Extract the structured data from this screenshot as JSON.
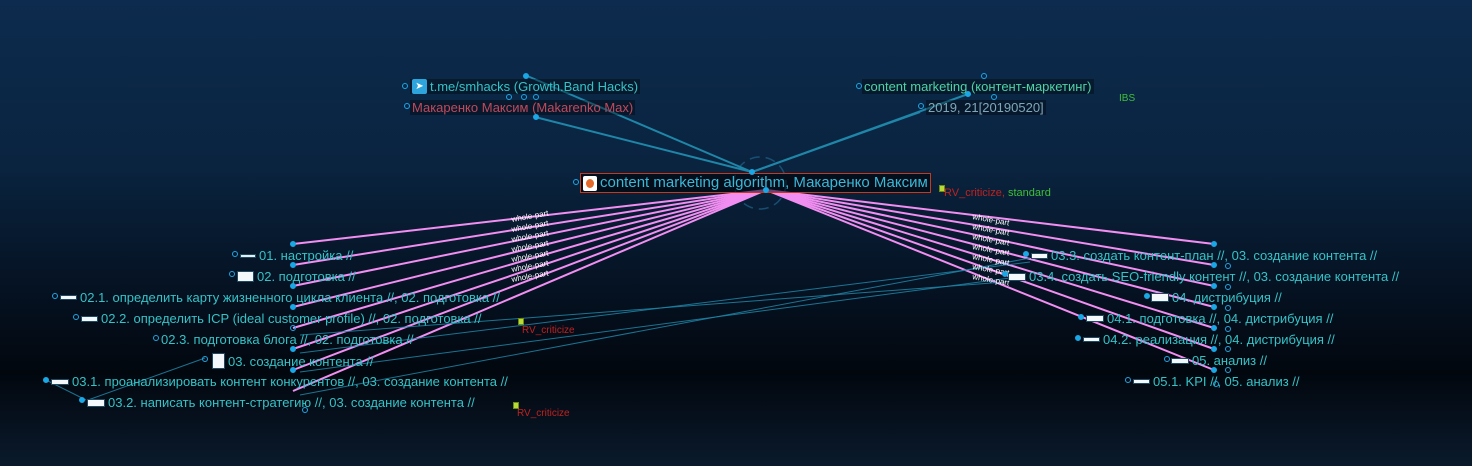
{
  "center": {
    "label": "content marketing algorithm, Макаренко Максим",
    "tag_red": "RV_criticize",
    "tag_sep": ", ",
    "tag_green": "standard"
  },
  "top_left": {
    "source": "t.me/smhacks (Growth.Band Hacks)",
    "author": "Макаренко Максим (Makarenko Max)"
  },
  "top_right": {
    "topic": "content marketing (контент-маркетинг)",
    "topic_tag": "IBS",
    "date": "2019, 21[20190520]"
  },
  "link_label": "whole-part",
  "left_nodes": [
    {
      "label": "01. настройка //"
    },
    {
      "label": "02. подготовка //"
    },
    {
      "label": "02.1. определить карту жизненного цикла клиента //, 02. подготовка //"
    },
    {
      "label": "02.2. определить ICP (ideal customer profile) //, 02. подготовка //",
      "tag": "RV_criticize"
    },
    {
      "label": "02.3. подготовка блога //, 02. подготовка //"
    },
    {
      "label": "03. создание контента //"
    },
    {
      "label": "03.1. проанализировать контент конкурентов //, 03. создание контента //"
    },
    {
      "label": "03.2. написать контент-стратегию //, 03. создание контента //",
      "tag": "RV_criticize"
    }
  ],
  "right_nodes": [
    {
      "label": "03.3. создать контент-план //, 03. создание контента //"
    },
    {
      "label": "03.4. создать SEO-friendly контент //, 03. создание контента //"
    },
    {
      "label": "04. дистрибуция //"
    },
    {
      "label": "04.1. подготовка //, 04. дистрибуция //"
    },
    {
      "label": "04.2. реализация //, 04. дистрибуция //"
    },
    {
      "label": "05. анализ //"
    },
    {
      "label": "05.1. KPI //, 05. анализ //"
    }
  ],
  "colors": {
    "accent": "#34c3c7",
    "link_pink": "#f28ef2",
    "link_blue": "#1f86a8",
    "dot": "#1aa7e6"
  }
}
